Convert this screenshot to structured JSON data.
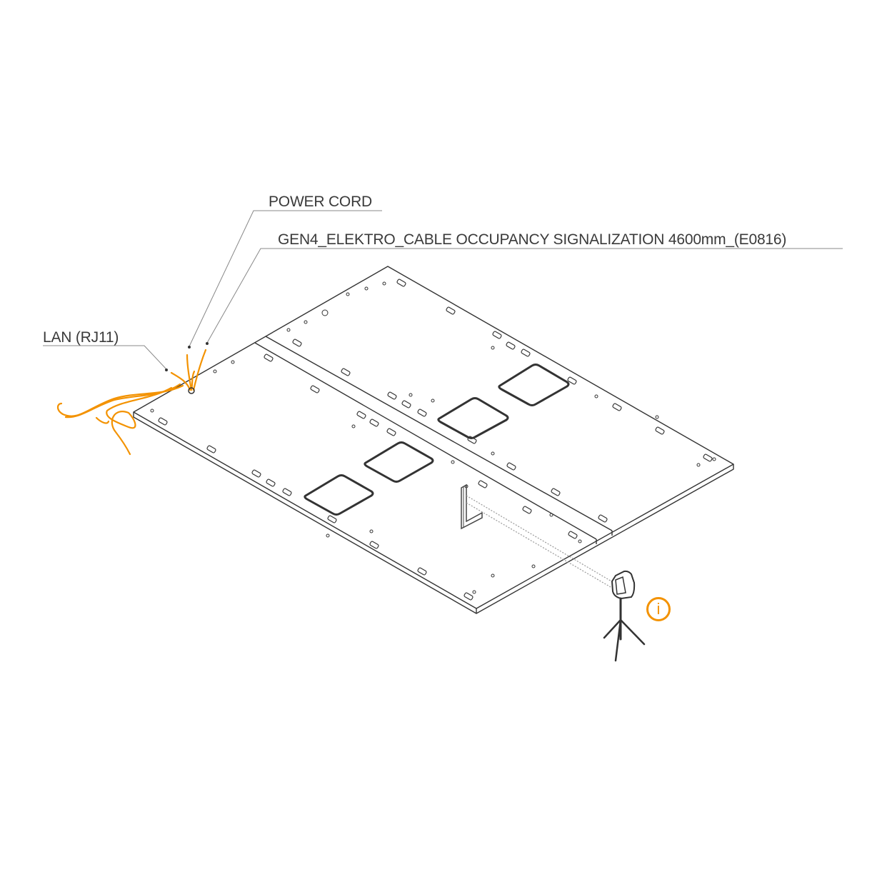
{
  "labels": {
    "power_cord": "POWER CORD",
    "cable": "GEN4_ELEKTRO_CABLE OCCUPANCY  SIGNALIZATION 4600mm_(E0816)",
    "lan": "LAN (RJ11)"
  },
  "info_icon": "i",
  "colors": {
    "cable": "#f39200",
    "line": "#333333",
    "info": "#f39200"
  }
}
